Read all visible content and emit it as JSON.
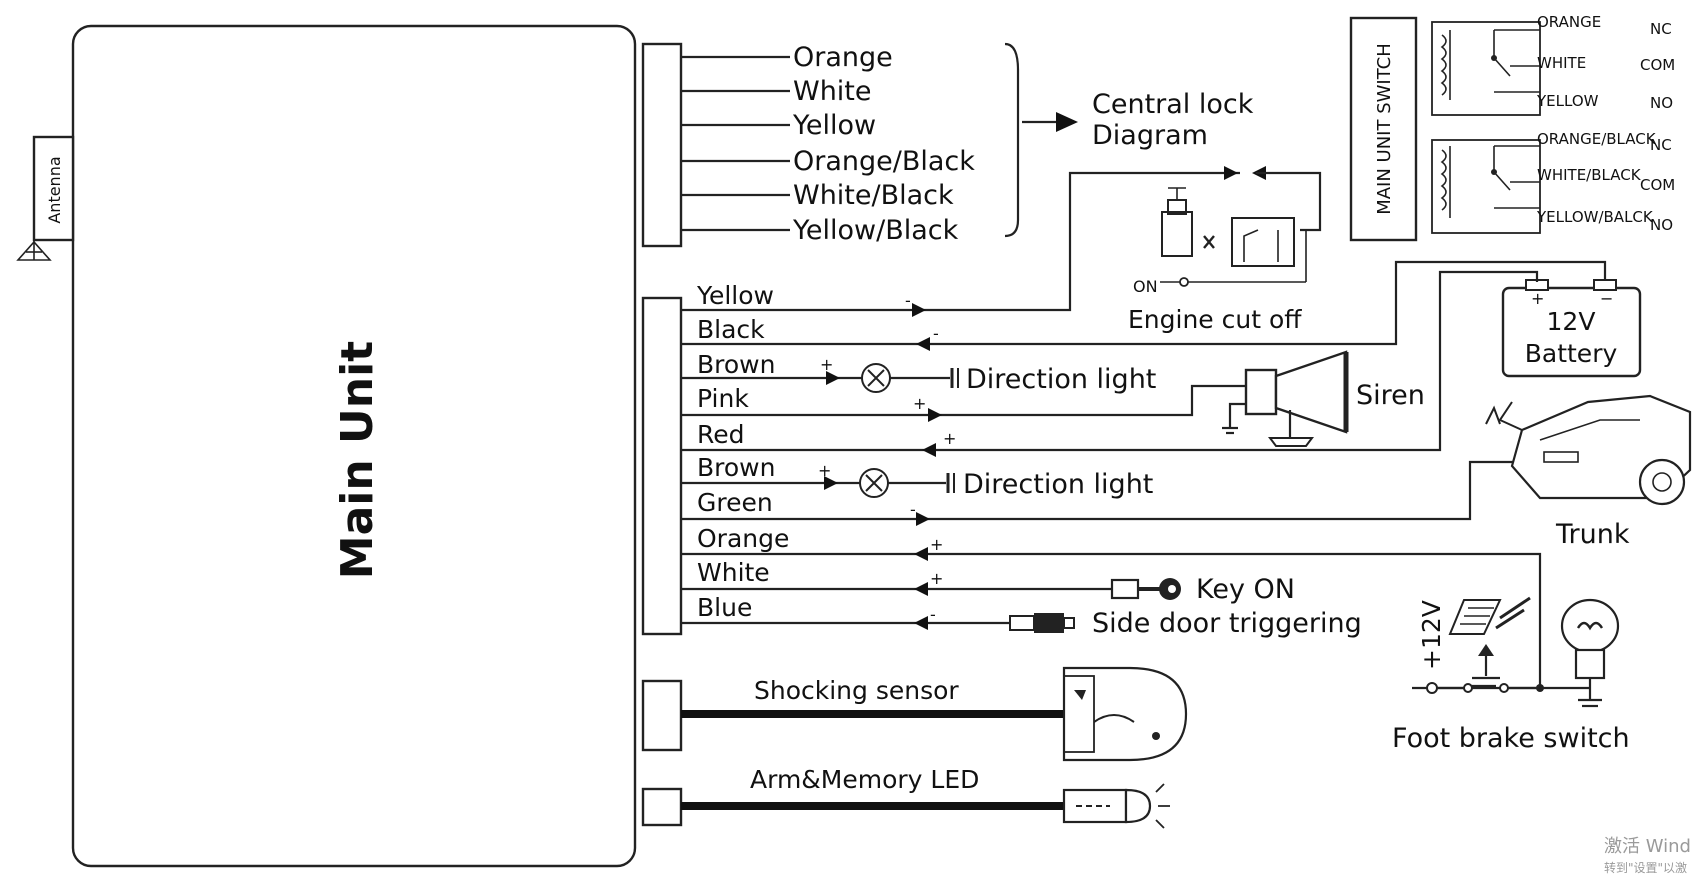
{
  "main_unit": {
    "title": "Main Unit",
    "antenna": "Antenna"
  },
  "central_lock": {
    "wires": [
      "Orange",
      "White",
      "Yellow",
      "Orange/Black",
      "White/Black",
      "Yellow/Black"
    ],
    "target_line1": "Central lock",
    "target_line2": "Diagram"
  },
  "relay_switch": {
    "title": "MAIN UNIT SWITCH",
    "relay1": [
      {
        "wire": "ORANGE",
        "pin": "NC"
      },
      {
        "wire": "WHITE",
        "pin": "COM"
      },
      {
        "wire": "YELLOW",
        "pin": "NO"
      }
    ],
    "relay2": [
      {
        "wire": "ORANGE/BLACK",
        "pin": "NC"
      },
      {
        "wire": "WHITE/BLACK",
        "pin": "COM"
      },
      {
        "wire": "YELLOW/BALCK",
        "pin": "NO"
      }
    ]
  },
  "harness": {
    "wires": [
      "Yellow",
      "Black",
      "Brown",
      "Pink",
      "Red",
      "Brown",
      "Green",
      "Orange",
      "White",
      "Blue"
    ],
    "polarity": [
      "-",
      "-",
      "+",
      "+",
      "+",
      "+",
      "-",
      "+",
      "+",
      "-"
    ]
  },
  "components": {
    "engine_cut_off": "Engine cut off",
    "on": "ON",
    "battery_line1": "12V",
    "battery_line2": "Battery",
    "battery_plus": "+",
    "battery_minus": "−",
    "direction_light_1": "Direction light",
    "direction_light_2": "Direction light",
    "siren": "Siren",
    "trunk": "Trunk",
    "key_on": "Key ON",
    "side_door": "Side door triggering",
    "plus_12v": "+12V",
    "foot_brake": "Foot brake switch",
    "shock_sensor": "Shocking sensor",
    "arm_led": "Arm&Memory LED"
  },
  "watermark": {
    "line1": "激活 Wind",
    "line2": "转到\"设置\"以激"
  }
}
